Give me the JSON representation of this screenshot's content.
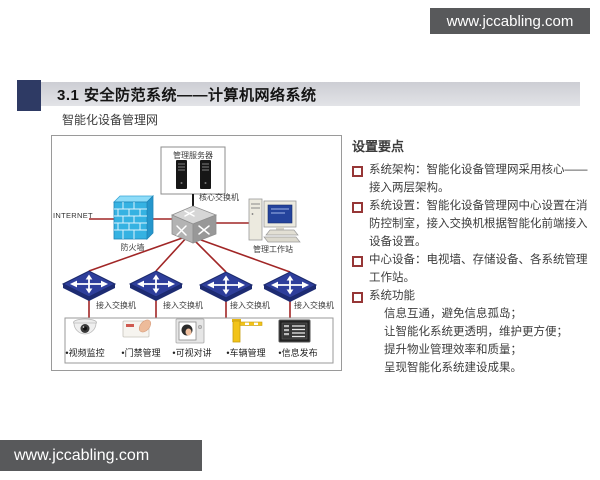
{
  "page": {
    "top_banner": "www.jccabling.com",
    "bottom_banner": "www.jccabling.com"
  },
  "header": {
    "title": "3.1 安全防范系统——计算机网络系统"
  },
  "diagram": {
    "title": "智能化设备管理网",
    "labels": {
      "server": "管理服务器",
      "core_switch": "核心交换机",
      "internet": "INTERNET",
      "firewall": "防火墙",
      "workstation": "管理工作站",
      "access_switch": "接入交换机"
    },
    "endpoints": [
      "•视频监控",
      "•门禁管理",
      "•可视对讲",
      "•车辆管理",
      "•信息发布"
    ]
  },
  "points": {
    "heading": "设置要点",
    "items": [
      {
        "lines": [
          "系统架构：智能化设备管理网采用核心——",
          "接入两层架构。"
        ]
      },
      {
        "lines": [
          "系统设置：智能化设备管理网中心设置在消",
          "防控制室，接入交换机根据智能化前端接入",
          "设备设置。"
        ]
      },
      {
        "lines": [
          "中心设备：电视墙、存储设备、各系统管理",
          "工作站。"
        ]
      },
      {
        "lines": [
          "系统功能"
        ],
        "sublines": [
          "信息互通，避免信息孤岛；",
          "让智能化系统更透明，维护更方便；",
          "提升物业管理效率和质量；",
          "呈现智能化系统建设成果。"
        ]
      }
    ]
  },
  "colors": {
    "banner_bg": "#58595b",
    "accent_square": "#2e3a64",
    "title_bar_bg": "#d6d7dc",
    "line_red": "#a12626",
    "switch_blue": "#2e3e9b",
    "firewall_cyan": "#35b2e2",
    "bullet_red": "#963636"
  }
}
